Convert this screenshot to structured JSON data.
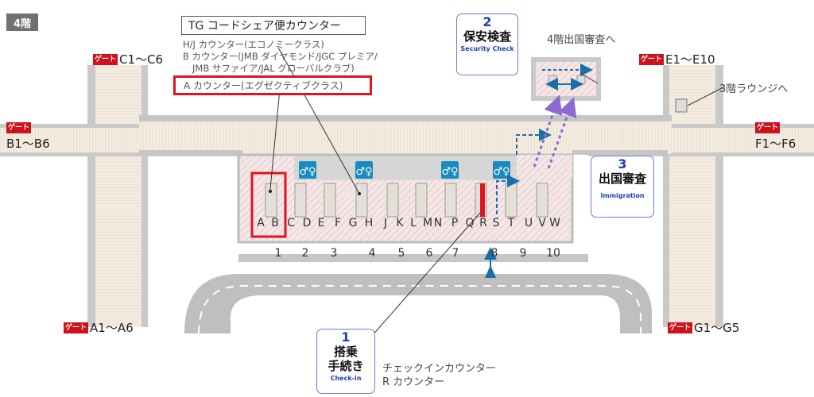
{
  "floor": "4階",
  "gates": {
    "badge": "ゲート",
    "C": "C1〜C6",
    "B": "B1〜B6",
    "A": "A1〜A6",
    "E": "E1〜E10",
    "F": "F1〜F6",
    "G": "G1〜G5"
  },
  "tg": {
    "title": "TG コードシェア便カウンター",
    "lines": [
      "H/J カウンター(エコノミークラス)",
      "B カウンター(JMB ダイヤモンド/JGC プレミア/",
      "JMB サファイア/JAL グローバルクラブ)"
    ],
    "a_counter": "A カウンター(エグゼクティブクラス)"
  },
  "counter_letters": [
    "A",
    "B",
    "C",
    "D",
    "E",
    "F",
    "G",
    "H",
    "J",
    "K",
    "L",
    "M",
    "N",
    "P",
    "Q",
    "R",
    "S",
    "T",
    "U",
    "V",
    "W"
  ],
  "counter_numbers": [
    "1",
    "2",
    "3",
    "4",
    "5",
    "6",
    "7",
    "8",
    "9",
    "10"
  ],
  "steps": {
    "security": {
      "num": "2",
      "title": "保安検査",
      "sub": "Security Check"
    },
    "immigration": {
      "num": "3",
      "title": "出国審査",
      "sub": "Immigration"
    },
    "checkin": {
      "num": "1",
      "title_line1": "搭乗",
      "title_line2": "手続き",
      "sub": "Check-in"
    }
  },
  "notes": {
    "to_immigration_4f": "4階出国審査へ",
    "to_lounge_3f": "3階ラウンジへ"
  },
  "checkin_desc": [
    "チェックインカウンター",
    "R カウンター"
  ],
  "colors": {
    "gate_red": "#d0101b",
    "highlight_red": "#e0131e",
    "step_blue": "#1b3fb7",
    "wc_blue": "#1a8bbf",
    "path_purple": "#8d6bd1"
  }
}
